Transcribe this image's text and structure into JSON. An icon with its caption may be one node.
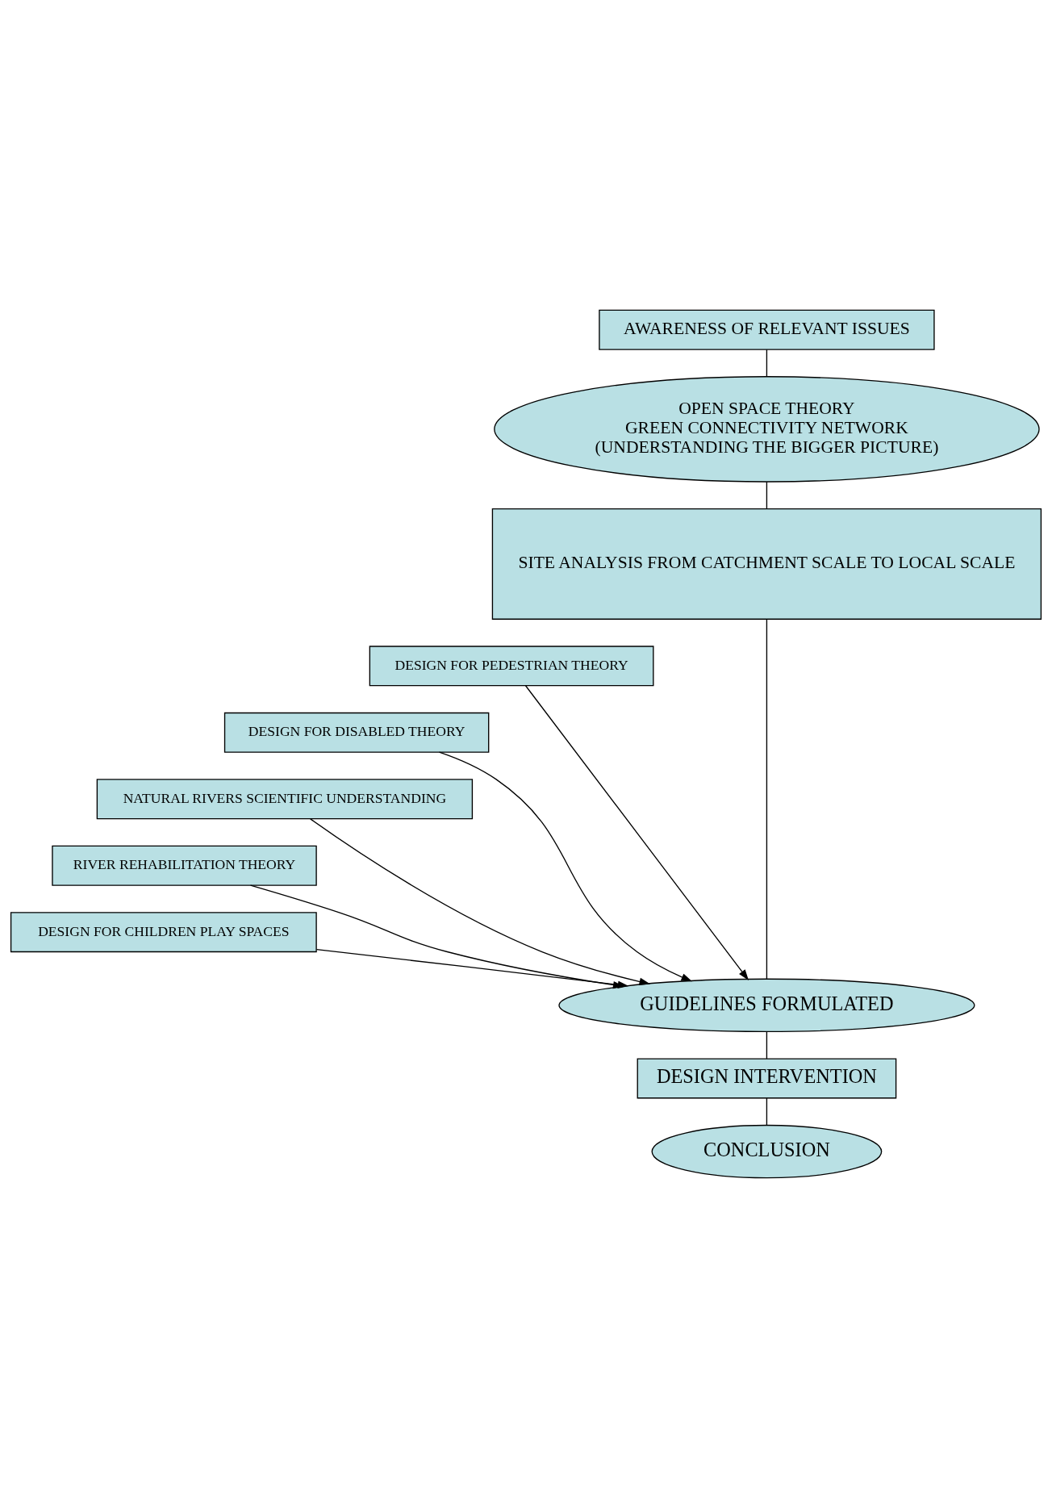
{
  "diagram": {
    "nodes": [
      {
        "text": [
          "AWARENESS OF RELEVANT ISSUES"
        ]
      },
      {
        "text": [
          "OPEN SPACE THEORY",
          "GREEN CONNECTIVITY NETWORK",
          "(UNDERSTANDING THE BIGGER PICTURE)"
        ]
      },
      {
        "text": [
          "SITE ANALYSIS FROM CATCHMENT SCALE TO LOCAL SCALE"
        ]
      },
      {
        "text": [
          "DESIGN FOR PEDESTRIAN THEORY"
        ]
      },
      {
        "text": [
          "DESIGN FOR DISABLED THEORY"
        ]
      },
      {
        "text": [
          "NATURAL RIVERS SCIENTIFIC UNDERSTANDING"
        ]
      },
      {
        "text": [
          "RIVER REHABILITATION THEORY"
        ]
      },
      {
        "text": [
          "DESIGN FOR CHILDREN PLAY SPACES"
        ]
      },
      {
        "text": [
          "GUIDELINES FORMULATED"
        ]
      },
      {
        "text": [
          "DESIGN INTERVENTION"
        ]
      },
      {
        "text": [
          "CONCLUSION"
        ]
      }
    ],
    "edges": [
      {
        "from": 0,
        "to": 1,
        "arrow": "none"
      },
      {
        "from": 1,
        "to": 2,
        "arrow": "none"
      },
      {
        "from": 2,
        "to": 8,
        "arrow": "none"
      },
      {
        "from": 3,
        "to": 8,
        "arrow": "to"
      },
      {
        "from": 4,
        "to": 8,
        "arrow": "to"
      },
      {
        "from": 5,
        "to": 8,
        "arrow": "to"
      },
      {
        "from": 6,
        "to": 8,
        "arrow": "to"
      },
      {
        "from": 7,
        "to": 8,
        "arrow": "to"
      },
      {
        "from": 8,
        "to": 9,
        "arrow": "none"
      },
      {
        "from": 9,
        "to": 10,
        "arrow": "none"
      }
    ]
  }
}
